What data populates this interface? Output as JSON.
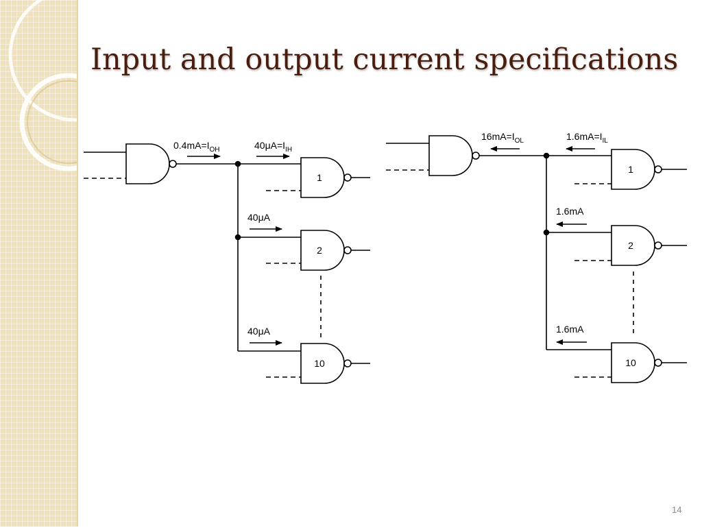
{
  "slide": {
    "title": "Input and output current specifications",
    "page_number": "14"
  },
  "left_circuit": {
    "output_current_label": {
      "value": "0.4mA=I",
      "sub": "OH"
    },
    "input_current_label": {
      "value": "40μA=I",
      "sub": "IH"
    },
    "branch_current_2": "40μA",
    "branch_current_10": "40μA",
    "gates": [
      "1",
      "2",
      "10"
    ]
  },
  "right_circuit": {
    "output_current_label": {
      "value": "16mA=I",
      "sub": "OL"
    },
    "input_current_label": {
      "value": "1.6mA=I",
      "sub": "IL"
    },
    "branch_current_2": "1.6mA",
    "branch_current_10": "1.6mA",
    "gates": [
      "1",
      "2",
      "10"
    ]
  },
  "colors": {
    "title": "#4a1e0f",
    "sidebar": "#efe1bc",
    "lines": "#000000"
  }
}
